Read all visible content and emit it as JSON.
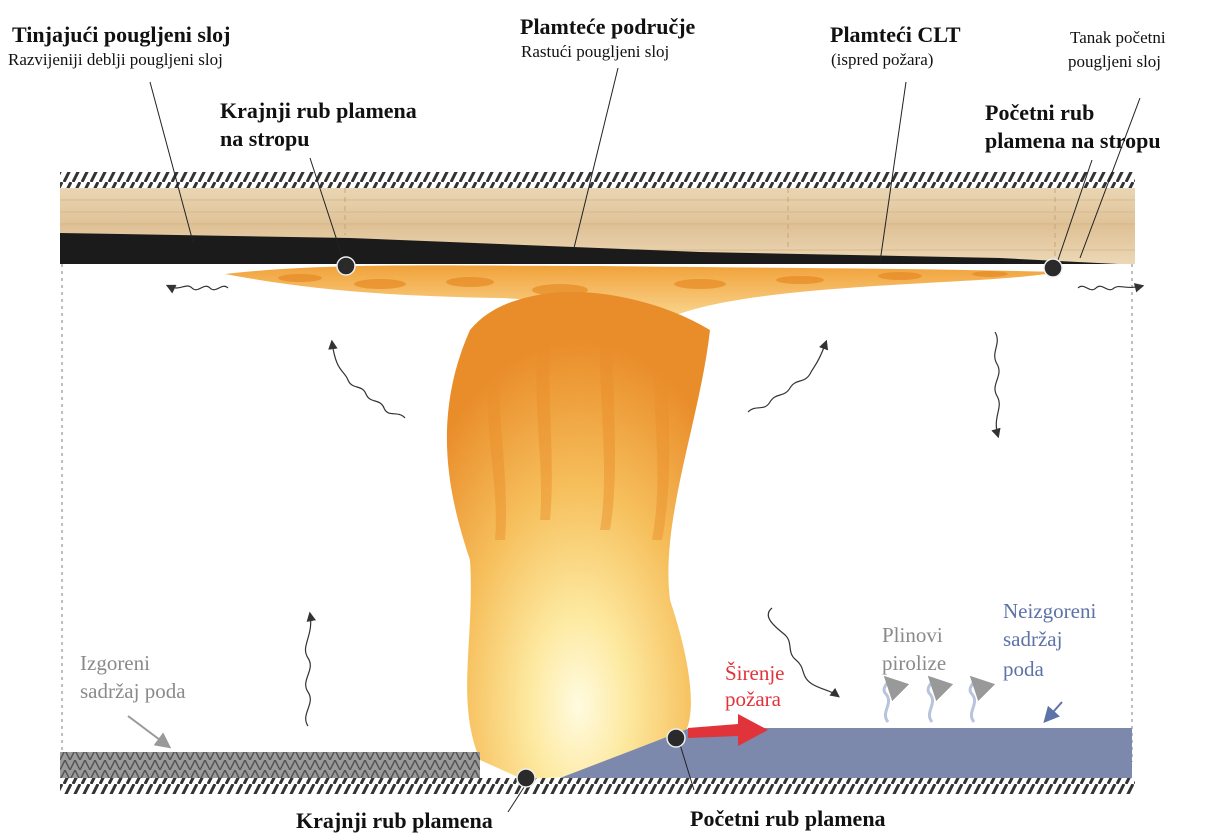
{
  "labels": {
    "smoldering_title": "Tinjajući pougljeni sloj",
    "smoldering_sub": "Razvijeniji deblji pougljeni sloj",
    "flaming_region_title": "Plamteće područje",
    "flaming_region_sub": "Rastući pougljeni sloj",
    "flaming_clt_title": "Plamteći CLT",
    "flaming_clt_sub": "(ispred požara)",
    "thin_char_line1": "Tanak početni",
    "thin_char_line2": "pougljeni sloj",
    "trailing_ceiling_line1": "Krajnji rub plamena",
    "trailing_ceiling_line2": "na stropu",
    "leading_ceiling_line1": "Početni rub",
    "leading_ceiling_line2": "plamena na stropu",
    "burnt_floor_line1": "Izgoreni",
    "burnt_floor_line2": "sadržaj poda",
    "fire_spread_line1": "Širenje",
    "fire_spread_line2": "požara",
    "pyrolysis_line1": "Plinovi",
    "pyrolysis_line2": "pirolize",
    "unburnt_line1": "Neizgoreni",
    "unburnt_line2": "sadržaj",
    "unburnt_line3": "poda",
    "trailing_floor": "Krajnji rub plamena",
    "leading_floor": "Početni rub plamena"
  },
  "colors": {
    "char": "#1b1b1b",
    "wood": "#e8cfa8",
    "wood_grain": "#d9b98a",
    "flame_outer": "#f2a33a",
    "flame_mid": "#f7c56a",
    "flame_core": "#fff2b8",
    "unburnt_floor": "#7d88ad",
    "burnt_floor": "#6e6e6e",
    "spread_arrow": "#e0333a",
    "pyrolysis": "#b8c4dc",
    "hatch": "#333333",
    "marker": "#2a2a2a"
  },
  "icons": {
    "edge_marker": "circle-marker-icon",
    "heat_radiation": "wavy-arrow-icon",
    "spread_arrow": "right-arrow-icon"
  }
}
